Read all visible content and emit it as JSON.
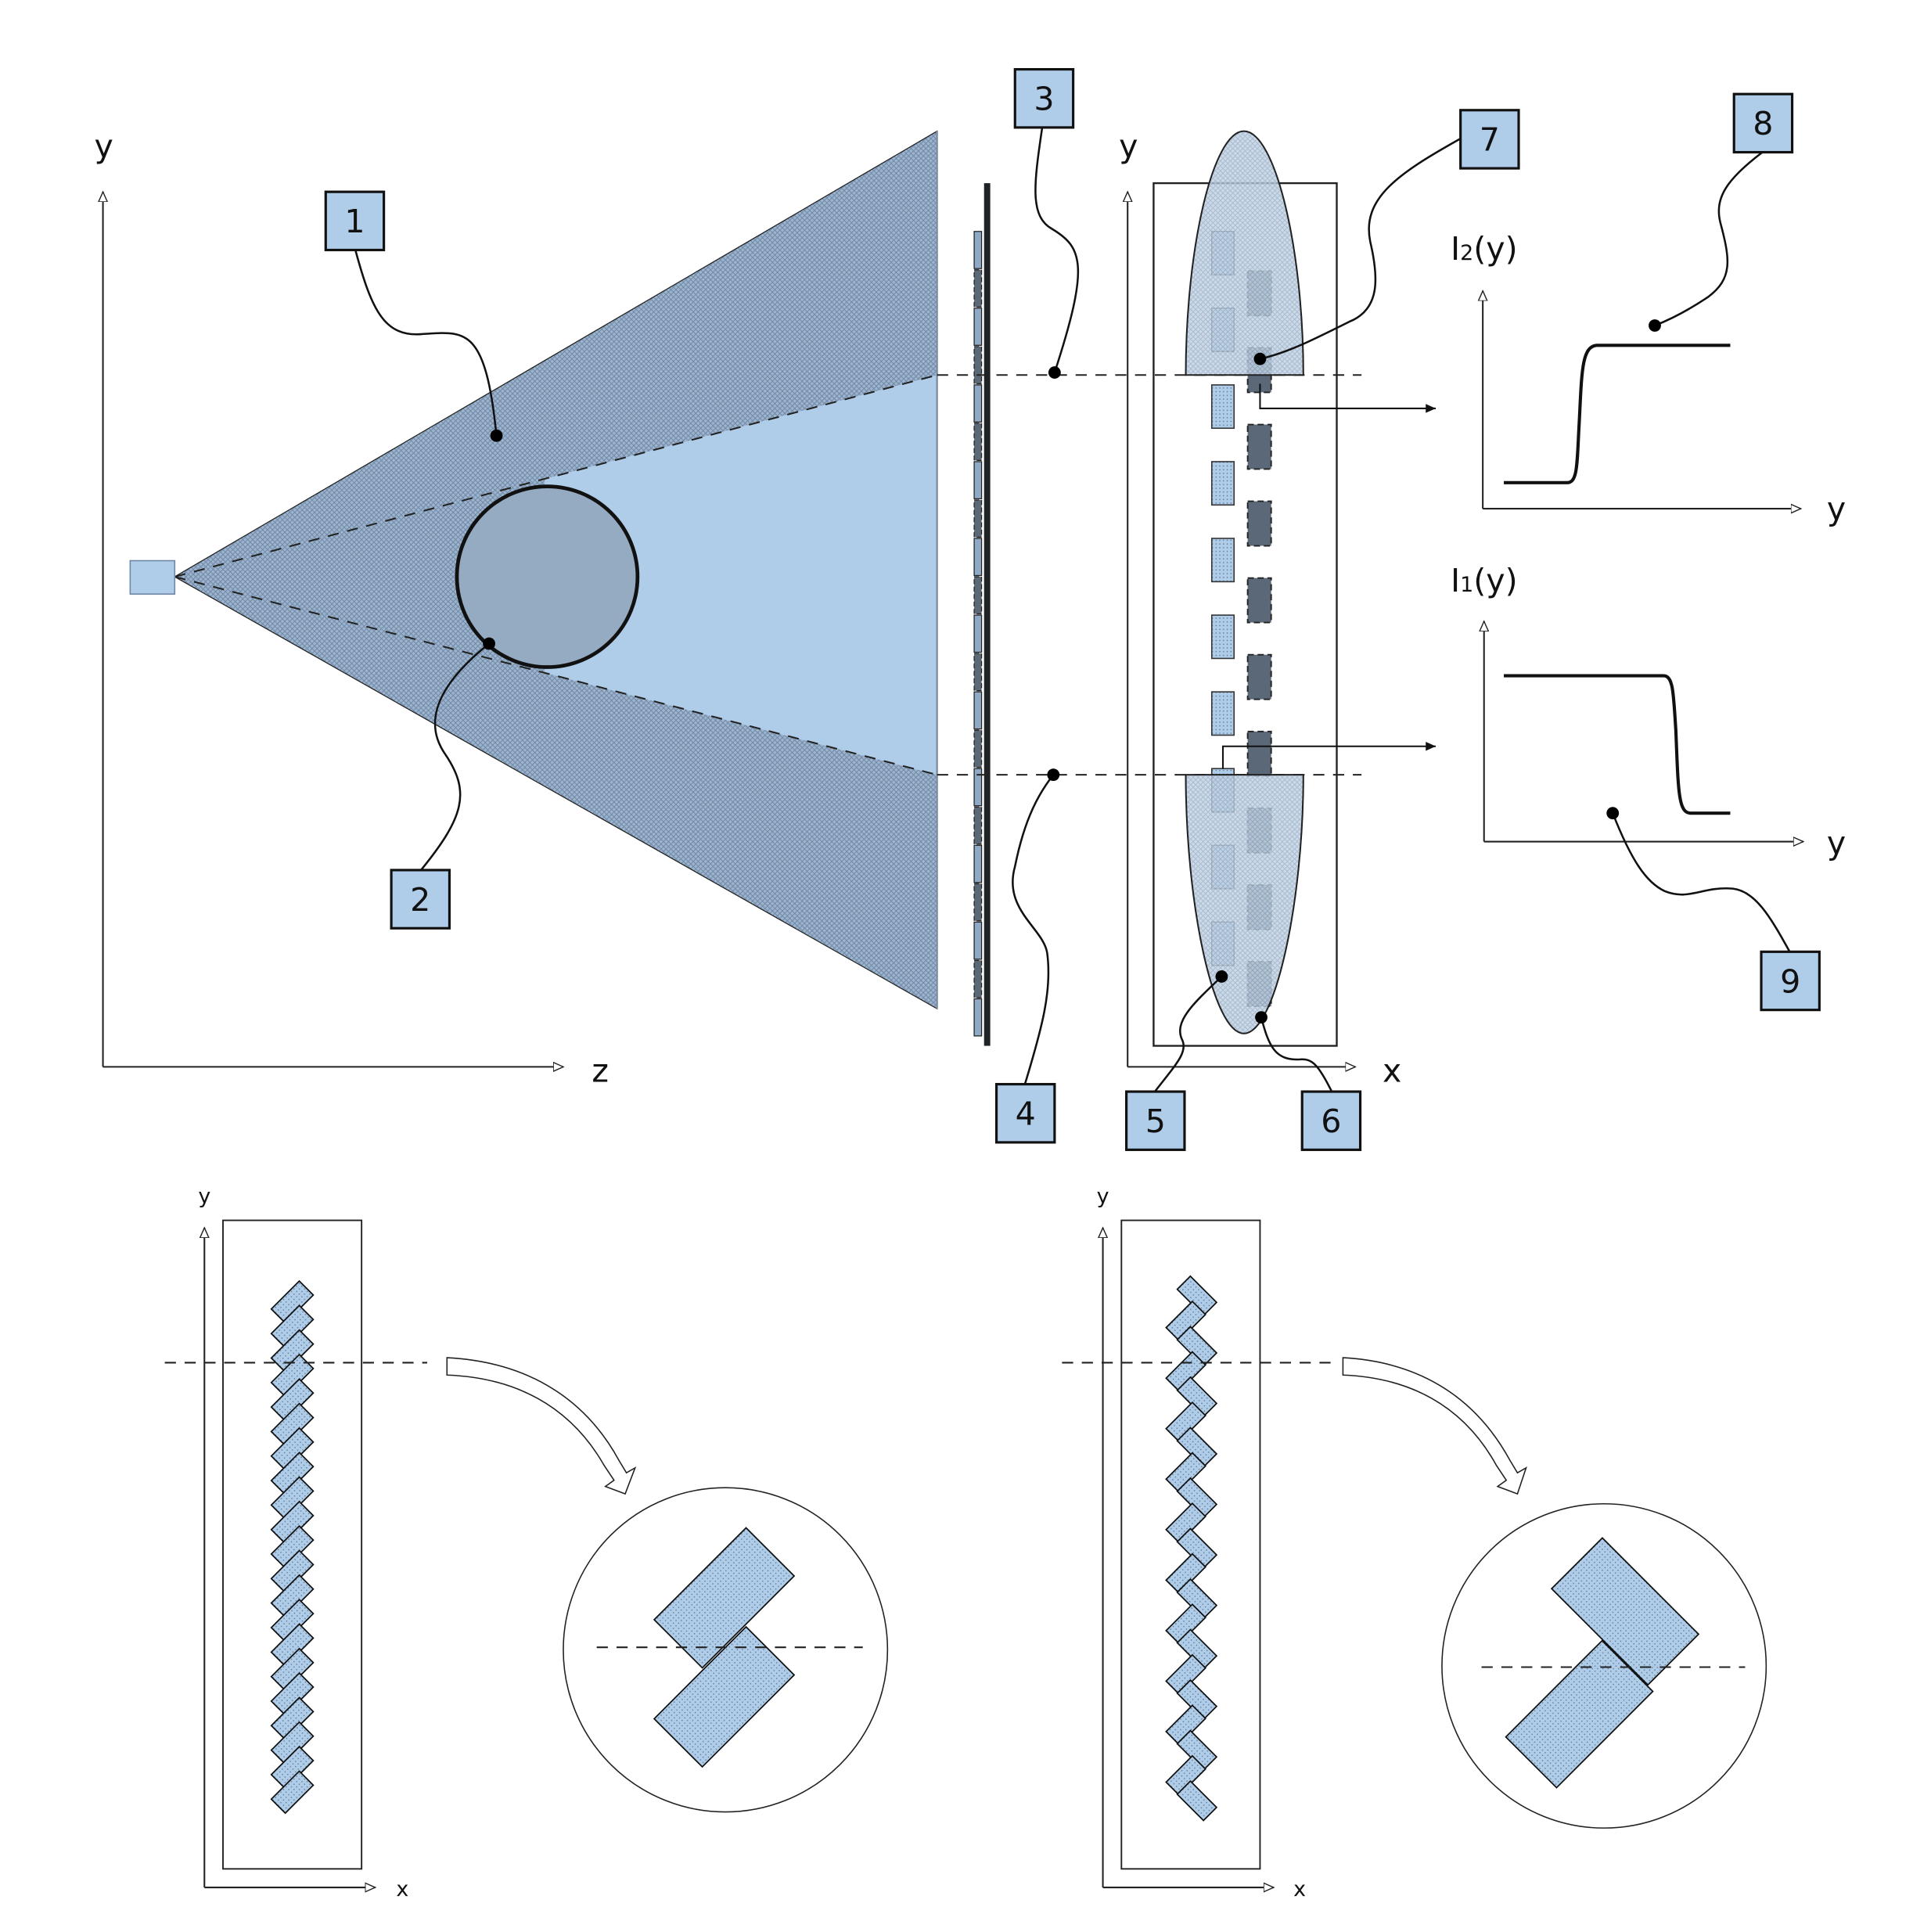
{
  "figure": {
    "side_view": {
      "axis_y_label": "y",
      "axis_z_label": "z"
    },
    "detector_view": {
      "axis_y_label": "y",
      "axis_x_label": "x",
      "left_column_tiles": 10,
      "right_column_tiles": 10
    },
    "graph_top": {
      "ylabel_main": "I",
      "ylabel_sub": "2",
      "ylabel_suffix": "(y)",
      "xlabel": "y",
      "shape": "rising step"
    },
    "graph_bottom": {
      "ylabel_main": "I",
      "ylabel_sub": "1",
      "ylabel_suffix": "(y)",
      "xlabel": "y",
      "shape": "falling step"
    },
    "bottom_left_panel": {
      "axis_y_label": "y",
      "axis_x_label": "x",
      "tile_count": 21,
      "arrangement": "aligned"
    },
    "bottom_right_panel": {
      "axis_y_label": "y",
      "axis_x_label": "x",
      "tile_count": 21,
      "arrangement": "zigzag"
    },
    "reference_labels": [
      "1",
      "2",
      "3",
      "4",
      "5",
      "6",
      "7",
      "8",
      "9"
    ],
    "colors": {
      "light_blue": "#afcce8",
      "cone_blue": "#8fa9c6",
      "object_fill": "#95abc2",
      "dark_tile": "#5b6878",
      "detector_bar": "#1f2326"
    }
  }
}
